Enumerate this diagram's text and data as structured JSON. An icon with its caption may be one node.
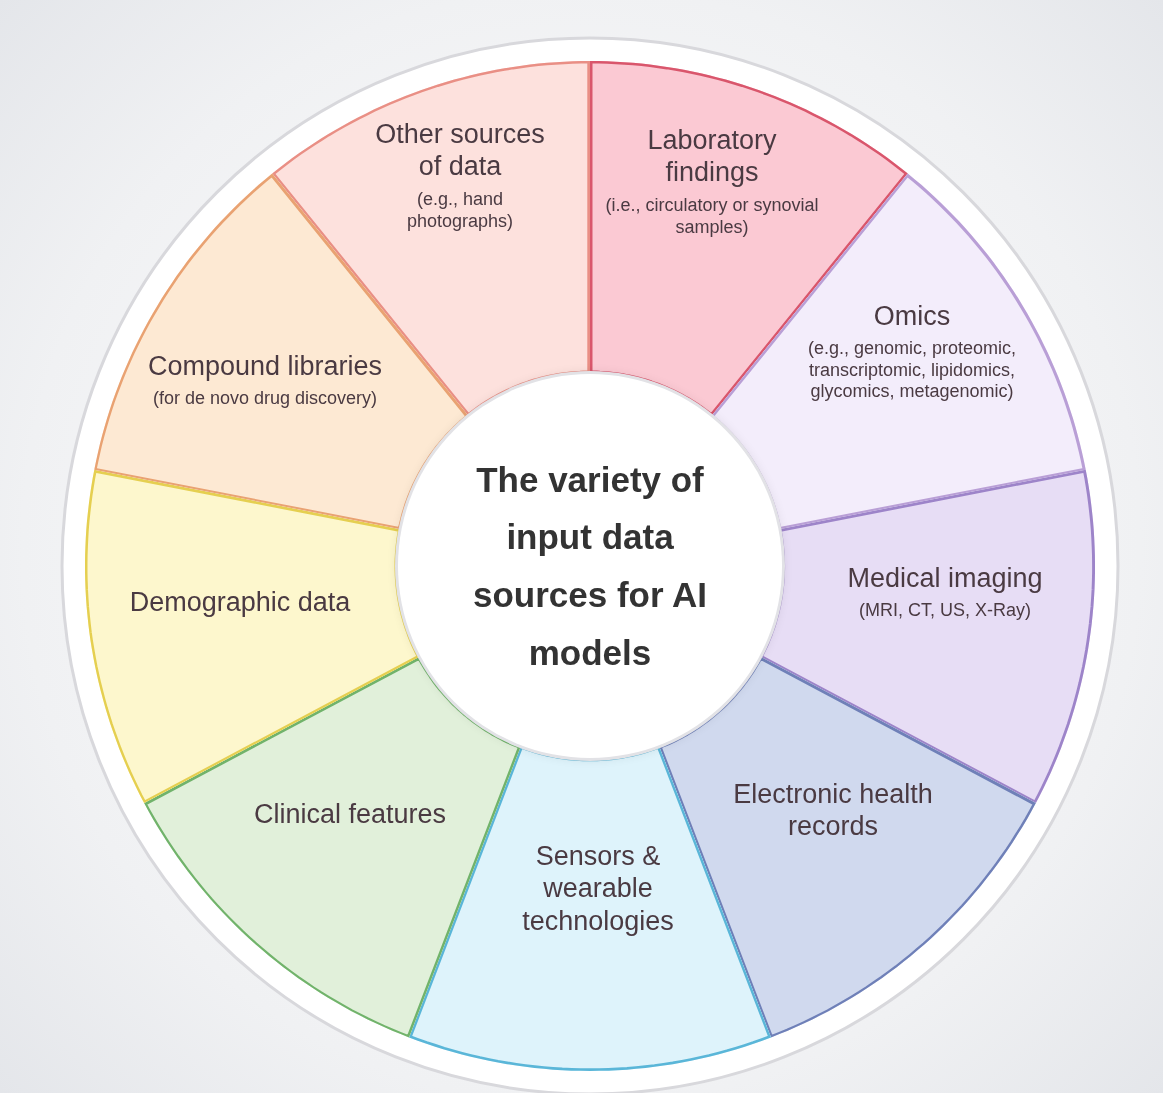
{
  "diagram": {
    "nodes": [
      {
        "text": [
          "The variety of input data sources for AI models"
        ]
      },
      {
        "text": [
          "Other sources of data",
          "(e.g., hand photographs)"
        ]
      },
      {
        "text": [
          "Laboratory findings",
          "(i.e., circulatory or synovial samples)"
        ]
      },
      {
        "text": [
          "Omics",
          "(e.g., genomic, proteomic, transcriptomic, lipidomics, glycomics, metagenomic)"
        ]
      },
      {
        "text": [
          "Medical imaging",
          "(MRI, CT, US, X-Ray)"
        ]
      },
      {
        "text": [
          "Electronic health records"
        ]
      },
      {
        "text": [
          "Sensors & wearable technologies"
        ]
      },
      {
        "text": [
          "Clinical features"
        ]
      },
      {
        "text": [
          "Demographic data"
        ]
      },
      {
        "text": [
          "Compound libraries",
          "(for de novo drug discovery)"
        ]
      }
    ],
    "edges": []
  }
}
